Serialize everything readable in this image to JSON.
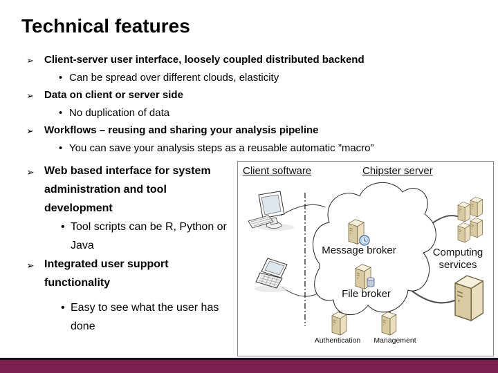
{
  "slide": {
    "title": "Technical features",
    "glyphs": {
      "arrow": "➢",
      "dot": "•"
    },
    "bullets_top": [
      {
        "label": "Client-server user interface, loosely coupled distributed backend",
        "sub": "Can be spread over different clouds, elasticity"
      },
      {
        "label": "Data on client or server side",
        "sub": "No duplication of data"
      },
      {
        "label": "Workflows – reusing and sharing your analysis pipeline",
        "sub": "You can save your analysis steps as a reusable automatic ”macro”"
      }
    ],
    "bullets_left": [
      {
        "label": "Web based interface for system administration and tool development",
        "sub": "Tool scripts can be R, Python or Java"
      },
      {
        "label": "Integrated user support functionality",
        "sub": "Easy to see what the user has done"
      }
    ]
  },
  "diagram": {
    "client_label": "Client software",
    "server_label": "Chipster server",
    "message_broker_label": "Message broker",
    "file_broker_label": "File broker",
    "computing_services_label": "Computing\nservices",
    "authentication_label": "Authentication",
    "management_label": "Management"
  },
  "colors": {
    "footer_maroon": "#7b1f4f",
    "footer_edge": "#17121d",
    "diagram_border": "#8a8a8a",
    "server_beige": "#d8cba2"
  }
}
